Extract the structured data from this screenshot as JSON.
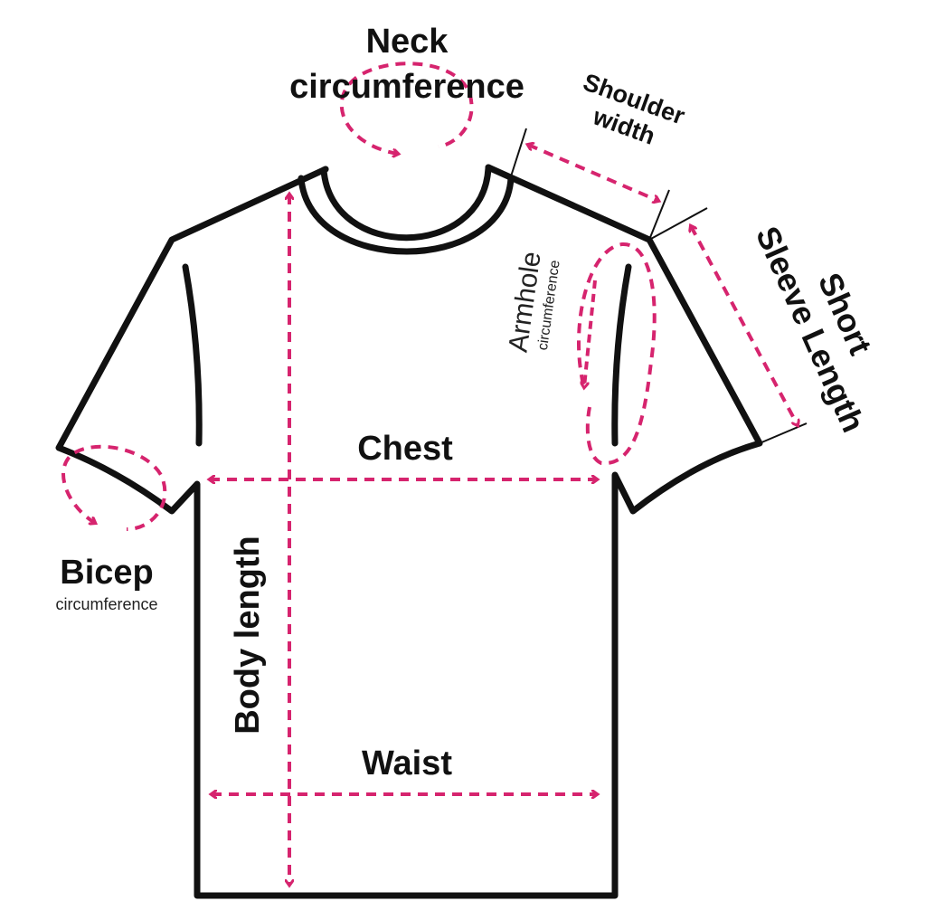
{
  "colors": {
    "outline": "#111111",
    "measure": "#d6246e",
    "background": "#ffffff"
  },
  "labels": {
    "neck_1": "Neck",
    "neck_2": "circumference",
    "shoulder_1": "Shoulder",
    "shoulder_2": "width",
    "sleeve_1": "Short",
    "sleeve_2": "Sleeve Length",
    "armhole_1": "Armhole",
    "armhole_2": "circumference",
    "chest": "Chest",
    "bicep_1": "Bicep",
    "bicep_2": "circumference",
    "body_length": "Body length",
    "waist": "Waist"
  }
}
